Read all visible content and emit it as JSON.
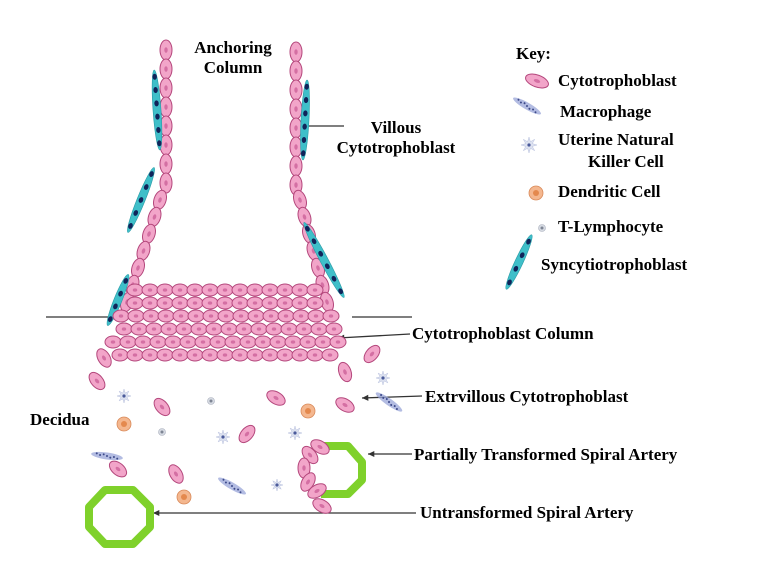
{
  "labels": {
    "anchoring_column_line1": "Anchoring",
    "anchoring_column_line2": "Column",
    "villous_line1": "Villous",
    "villous_line2": "Cytotrophoblast",
    "cyto_column": "Cytotrophoblast Column",
    "extravillous": "Extrvillous Cytotrophoblast",
    "decidua": "Decidua",
    "partially_transformed": "Partially Transformed Spiral Artery",
    "untransformed": "Untransformed Spiral Artery"
  },
  "key": {
    "title": "Key:",
    "items": [
      {
        "icon": "cytotrophoblast-icon",
        "label_line1": "Cytotrophoblast",
        "label_line2": ""
      },
      {
        "icon": "macrophage-icon",
        "label_line1": "Macrophage",
        "label_line2": ""
      },
      {
        "icon": "uterine-nk-cell-icon",
        "label_line1": "Uterine Natural",
        "label_line2": "Killer Cell"
      },
      {
        "icon": "dendritic-cell-icon",
        "label_line1": "Dendritic Cell",
        "label_line2": ""
      },
      {
        "icon": "t-lymphocyte-icon",
        "label_line1": "T-Lymphocyte",
        "label_line2": ""
      },
      {
        "icon": "syncytiotrophoblast-icon",
        "label_line1": "Syncytiotrophoblast",
        "label_line2": ""
      }
    ]
  },
  "colors": {
    "cell_fill": "#f2a5c9",
    "cell_stroke": "#b4477c",
    "cell_nucleus": "#d46fa3",
    "syncytio_fill": "#3fbfc9",
    "syncytio_nucleus": "#10245a",
    "artery": "#7fd12b",
    "dendritic": "#f4b78f",
    "macrophage": "#9aa6d8",
    "nk_cell": "#dde2f0",
    "line": "#333333"
  }
}
